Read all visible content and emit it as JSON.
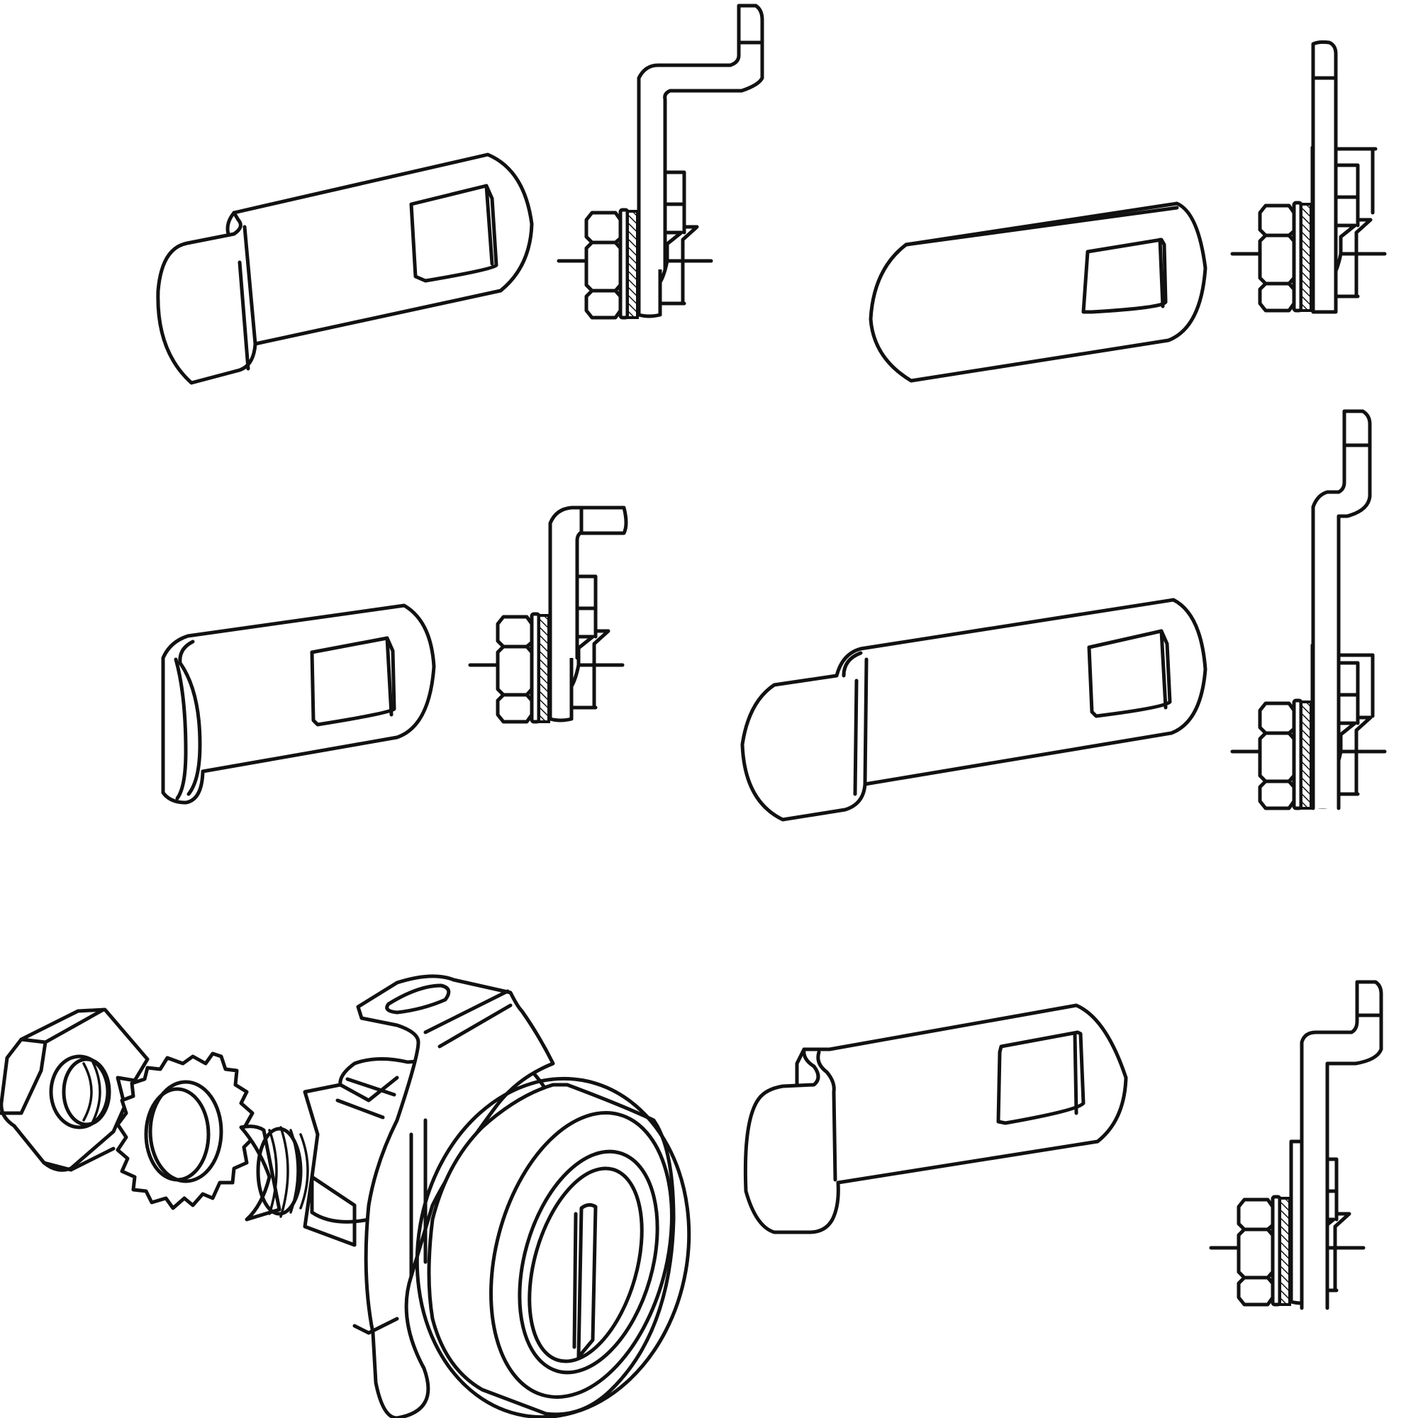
{
  "figure": {
    "kind": "cam lock parts line drawing",
    "colors": {
      "line": "#111111",
      "background": "#ffffff"
    },
    "parts": [
      {
        "id": "cam-1",
        "shape": "offset cam with hooked end"
      },
      {
        "id": "cam-2",
        "shape": "straight cam"
      },
      {
        "id": "cam-3",
        "shape": "short cam with curled end"
      },
      {
        "id": "cam-4",
        "shape": "long offset cam with hooked end"
      },
      {
        "id": "cam-5",
        "shape": "offset cam with bent tab"
      },
      {
        "id": "lock-assembly",
        "shape": "exploded cam lock with nut and star washer"
      }
    ]
  }
}
